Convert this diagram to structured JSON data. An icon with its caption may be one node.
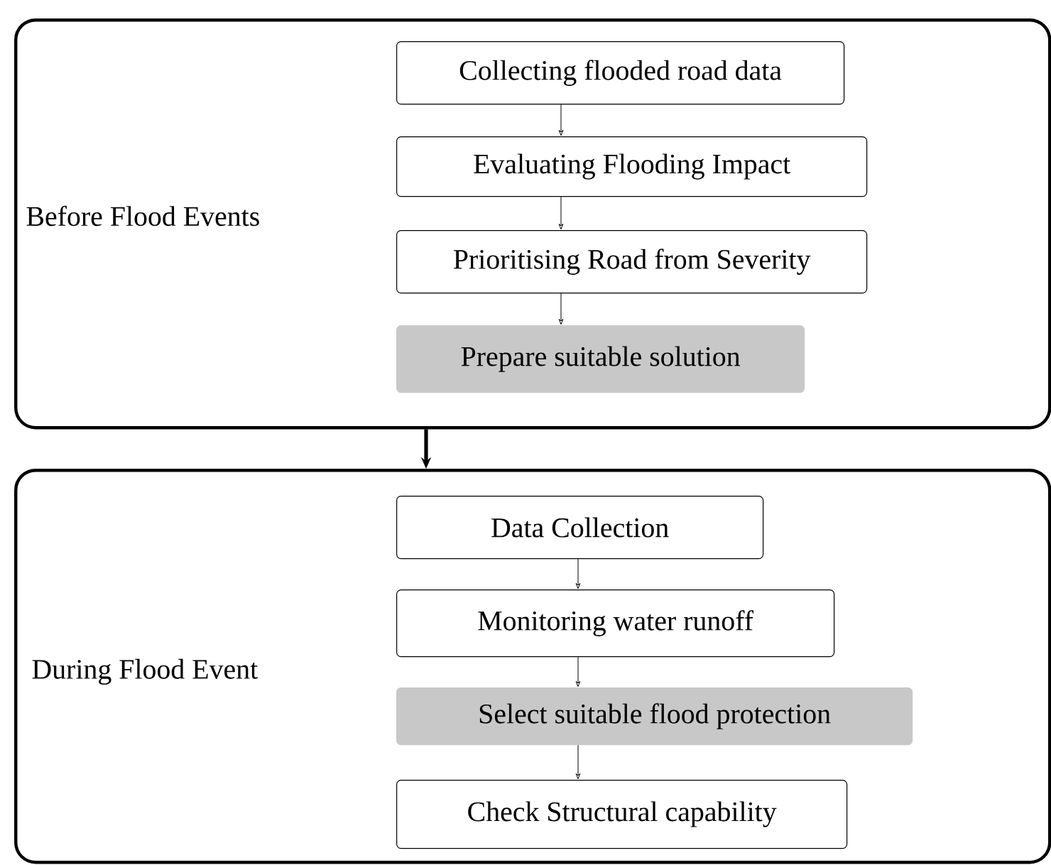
{
  "diagram": {
    "nodes": [
      {
        "text": [
          "Before Flood Events"
        ]
      },
      {
        "text": [
          "Collecting flooded road data"
        ],
        "in": 0
      },
      {
        "text": [
          "Evaluating Flooding Impact"
        ],
        "in": 0
      },
      {
        "text": [
          "Prioritising Road from Severity"
        ],
        "in": 0
      },
      {
        "text": [
          "Prepare suitable solution"
        ],
        "in": 0
      },
      {
        "text": [
          "During Flood Event"
        ]
      },
      {
        "text": [
          "Data Collection"
        ],
        "in": 5
      },
      {
        "text": [
          "Monitoring water runoff"
        ],
        "in": 5
      },
      {
        "text": [
          "Select suitable flood protection"
        ],
        "in": 5
      },
      {
        "text": [
          "Check Structural capability"
        ],
        "in": 5
      }
    ],
    "edges": [
      {
        "from": 1,
        "to": 2,
        "arrow": "to"
      },
      {
        "from": 2,
        "to": 3,
        "arrow": "to"
      },
      {
        "from": 3,
        "to": 4,
        "arrow": "to"
      },
      {
        "from": 0,
        "to": 5,
        "arrow": "to",
        "style": "thick"
      },
      {
        "from": 6,
        "to": 7,
        "arrow": "to"
      },
      {
        "from": 7,
        "to": 8,
        "arrow": "to"
      },
      {
        "from": 8,
        "to": 9,
        "arrow": "to"
      }
    ]
  }
}
